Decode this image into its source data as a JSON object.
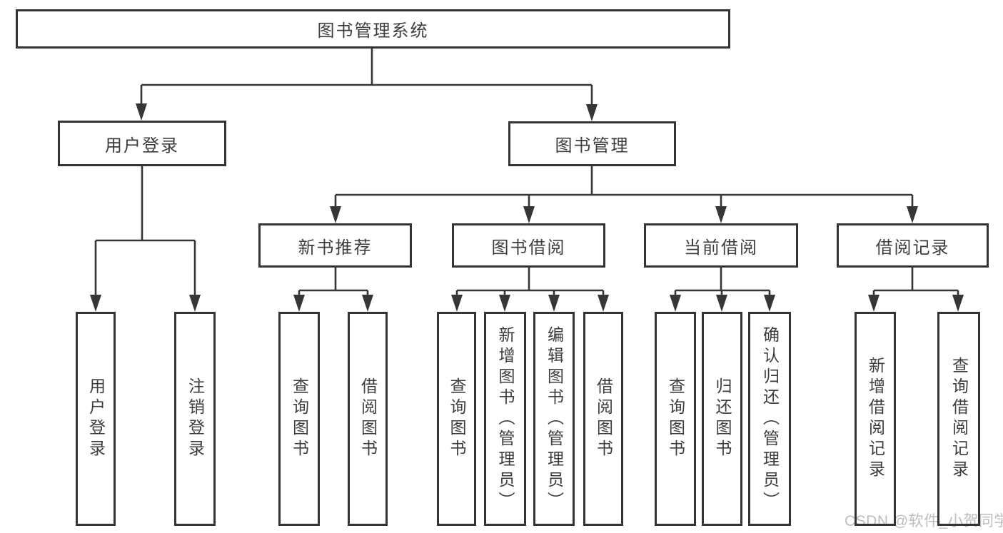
{
  "diagram": {
    "title_node": "图书管理系统",
    "level2": [
      "用户登录",
      "图书管理"
    ],
    "level3": [
      "新书推荐",
      "图书借阅",
      "当前借阅",
      "借阅记录"
    ],
    "leaves": {
      "user": [
        "用户登录",
        "注销登录"
      ],
      "newbook": [
        "查询图书",
        "借阅图书"
      ],
      "borrow": [
        "查询图书",
        "新增图书（管理员）",
        "编辑图书（管理员）",
        "借阅图书"
      ],
      "current": [
        "查询图书",
        "归还图书",
        "确认归还（管理员）"
      ],
      "record": [
        "新增借阅记录",
        "查询借阅记录"
      ]
    }
  },
  "watermark": "CSDN @软件_小贺同学",
  "colors": {
    "line": "#363636",
    "box_border": "#343434",
    "text": "#3d3d3d",
    "watermark": "#bdbdbd",
    "background": "#ffffff"
  }
}
